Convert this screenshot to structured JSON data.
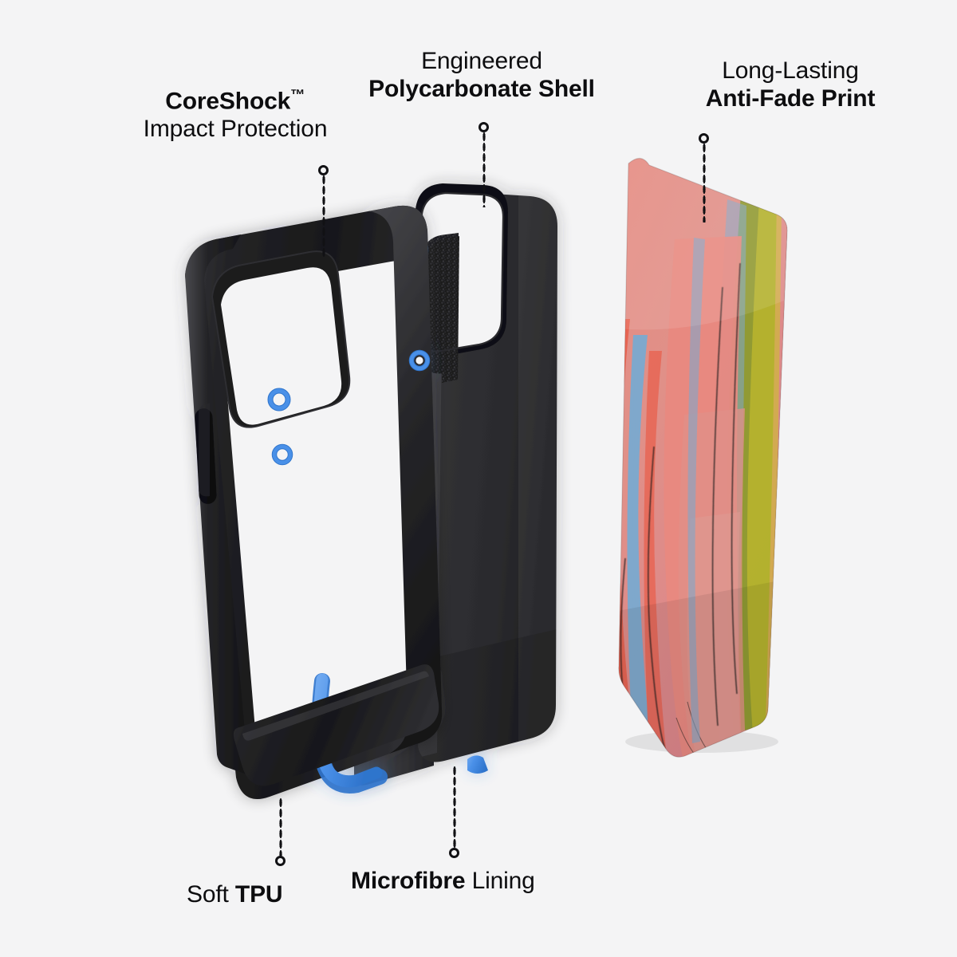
{
  "meta": {
    "background_color": "#f4f4f5",
    "text_color": "#0d0d0f",
    "accent_blue": "#4a90e8",
    "shell_black": "#2b2b2d"
  },
  "callouts": {
    "coreshock": {
      "name": "coreshock-callout",
      "line1": "CoreShock",
      "trademark": "™",
      "line2": "Impact Protection"
    },
    "polycarbonate": {
      "name": "polycarbonate-callout",
      "line1": "Engineered",
      "line2": "Polycarbonate Shell"
    },
    "antifade": {
      "name": "anti-fade-callout",
      "line1": "Long-Lasting",
      "line2": "Anti-Fade Print"
    },
    "tpu": {
      "name": "soft-tpu-callout",
      "regular": "Soft ",
      "bold": "TPU"
    },
    "microfibre": {
      "name": "microfibre-callout",
      "bold": "Microfibre",
      "regular": " Lining"
    }
  },
  "art": {
    "layers": [
      {
        "id": "tpu-bumper",
        "label": "Soft TPU bumper frame with blue CoreShock accent strip"
      },
      {
        "id": "polycarbonate-shell",
        "label": "Engineered polycarbonate shell with microfibre lining"
      },
      {
        "id": "printed-back-panel",
        "label": "Long-lasting anti-fade printed back panel"
      }
    ],
    "print_palette": {
      "salmon": "#e8897f",
      "coral": "#e8604e",
      "rose": "#d9818c",
      "olive": "#8c9b2e",
      "yellow": "#ccc22c",
      "blue": "#7fa8cc",
      "ink": "#1c1c1c"
    }
  }
}
